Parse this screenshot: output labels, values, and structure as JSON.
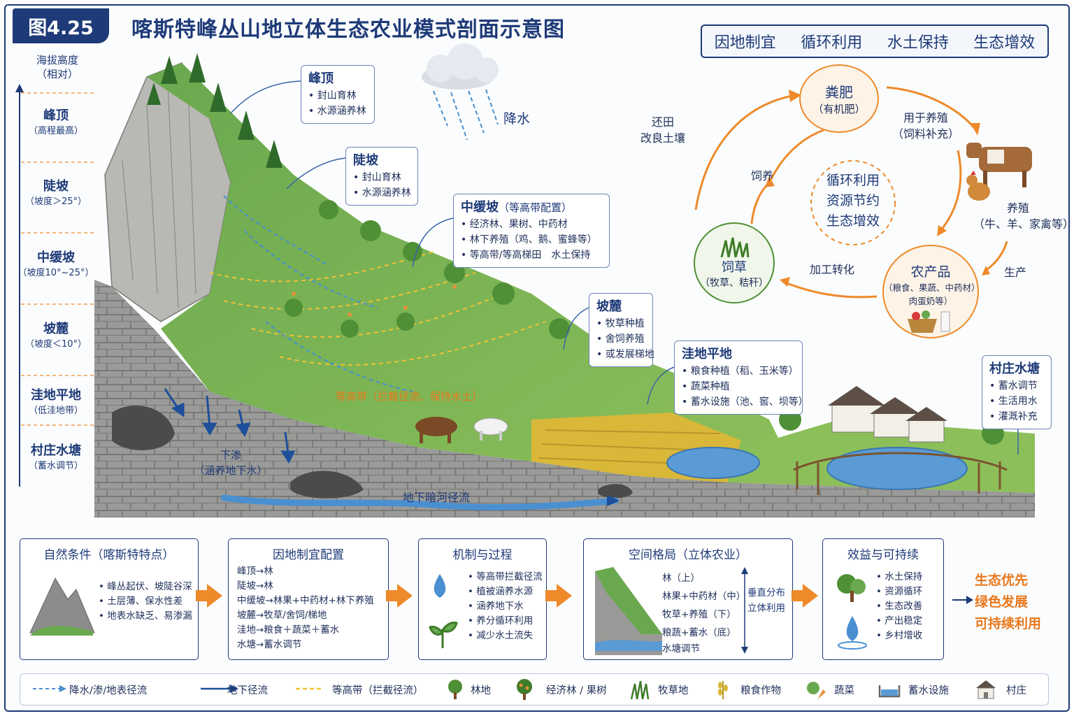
{
  "header": {
    "figure_no": "图4.25",
    "title": "喀斯特峰丛山地立体生态农业模式剖面示意图",
    "slogans": [
      "因地制宜",
      "循环利用",
      "水土保持",
      "生态增效"
    ]
  },
  "axis": {
    "title_line1": "海拔高度",
    "title_line2": "（相对）",
    "zones": [
      {
        "name": "峰顶",
        "desc": "（高程最高）"
      },
      {
        "name": "陡坡",
        "desc": "（坡度＞25°）"
      },
      {
        "name": "中缓坡",
        "desc": "（坡度10°~25°）"
      },
      {
        "name": "坡麓",
        "desc": "（坡度＜10°）"
      },
      {
        "name": "洼地平地",
        "desc": "（低洼地带）"
      },
      {
        "name": "村庄水塘",
        "desc": "（蓄水调节）"
      }
    ]
  },
  "callouts": {
    "peak": {
      "title": "峰顶",
      "items": [
        "封山育林",
        "水源涵养林"
      ]
    },
    "steep": {
      "title": "陡坡",
      "items": [
        "封山育林",
        "水源涵养林"
      ]
    },
    "mid": {
      "title": "中缓坡",
      "title_note": "（等高带配置）",
      "items": [
        "经济林、果树、中药材",
        "林下养殖（鸡、鹅、蜜蜂等）",
        "等高带/等高梯田　水土保持"
      ]
    },
    "foot": {
      "title": "坡麓",
      "items": [
        "牧草种植",
        "舍饲养殖",
        "或发展梯地"
      ]
    },
    "flat": {
      "title": "洼地平地",
      "items": [
        "粮食种植（稻、玉米等）",
        "蔬菜种植",
        "蓄水设施（池、窖、坝等）"
      ]
    },
    "village": {
      "title": "村庄水塘",
      "items": [
        "蓄水调节",
        "生活用水",
        "灌溉补充"
      ]
    }
  },
  "scene_labels": {
    "rain": "降水",
    "contour": "等高带（拦截径流、保持水土）",
    "seep_line1": "下渗",
    "seep_line2": "（涵养地下水）",
    "underground": "地下暗河径流"
  },
  "cycle": {
    "manure": {
      "name": "粪肥",
      "note": "（有机肥）"
    },
    "forage": {
      "name": "饲草",
      "note": "（牧草、秸秆）"
    },
    "product": {
      "name": "农产品",
      "note1": "（粮食、果蔬、中药材）",
      "note2": "肉蛋奶等）"
    },
    "center": [
      "循环利用",
      "资源节约",
      "生态增效"
    ],
    "edge_return": [
      "还田",
      "改良土壤"
    ],
    "edge_feed_use": [
      "用于养殖",
      "（饲料补充）"
    ],
    "edge_feed": "饲养",
    "edge_process": "加工转化",
    "edge_produce": "生产",
    "livestock": [
      "养殖",
      "（牛、羊、家禽等）"
    ]
  },
  "panels": {
    "natural": {
      "title": "自然条件（喀斯特特点）",
      "items": [
        "峰丛起伏、坡陡谷深",
        "土层薄、保水性差",
        "地表水缺乏、易渗漏"
      ]
    },
    "config": {
      "title": "因地制宜配置",
      "items": [
        "峰顶→林",
        "陡坡→林",
        "中缓坡→林果+中药材+林下养殖",
        "坡麓→牧草/舍饲/梯地",
        "洼地→粮食＋蔬菜＋蓄水",
        "水塘→蓄水调节"
      ]
    },
    "mechanism": {
      "title": "机制与过程",
      "items": [
        "等高带拦截径流",
        "植被涵养水源",
        "涵养地下水",
        "养分循环利用",
        "减少水土流失"
      ]
    },
    "spatial": {
      "title": "空间格局（立体农业）",
      "items": [
        "林（上）",
        "林果+中药材（中）",
        "牧草+养殖（下）",
        "粮蔬+蓄水（底）",
        "水塘调节"
      ],
      "side": [
        "垂直分布",
        "立体利用"
      ]
    },
    "benefit": {
      "title": "效益与可持续",
      "items": [
        "水土保持",
        "资源循环",
        "生态改善",
        "产出稳定",
        "乡村增收"
      ]
    },
    "final": [
      "生态优先",
      "绿色发展",
      "可持续利用"
    ]
  },
  "legend": [
    "降水/渗/地表径流",
    "地下径流",
    "等高带（拦截径流）",
    "林地",
    "经济林 / 果树",
    "牧草地",
    "粮食作物",
    "蔬菜",
    "蓄水设施",
    "村庄"
  ],
  "colors": {
    "navy": "#1e3a78",
    "orange": "#ee8a2a",
    "green": "#4f8f35",
    "water": "#5b9bd5",
    "rock": "#8c8c8c"
  }
}
